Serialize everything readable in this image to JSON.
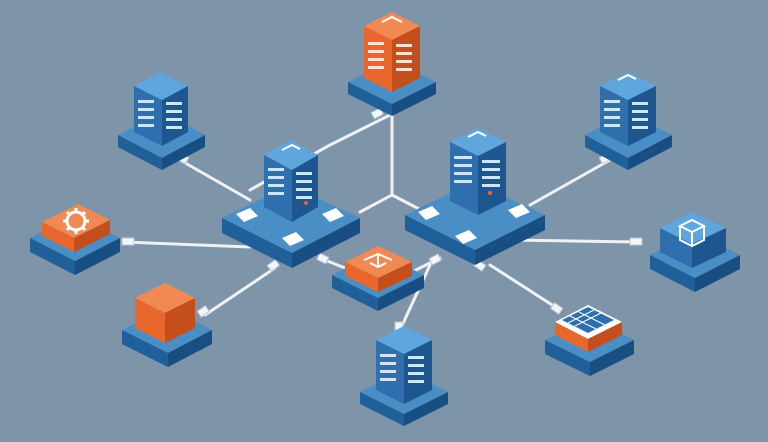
{
  "diagram": {
    "type": "isometric-network-topology",
    "background_color": "#7e94a8",
    "colors": {
      "platform_top": "#4a8ec6",
      "platform_side": "#1f5f9a",
      "server_blue": "#2f6fae",
      "accent_orange": "#e8672d",
      "cable": "#eef2f6"
    },
    "hubs": [
      {
        "name": "hub-left",
        "icon": "server-rack-icon"
      },
      {
        "name": "hub-right",
        "icon": "server-rack-icon"
      }
    ],
    "nodes": [
      {
        "name": "node-server-top-left",
        "icon": "server-rack-icon",
        "color": "blue"
      },
      {
        "name": "node-server-top-center",
        "icon": "server-rack-icon",
        "color": "orange"
      },
      {
        "name": "node-server-top-right",
        "icon": "server-rack-icon",
        "color": "blue"
      },
      {
        "name": "node-gear-left",
        "icon": "gear-icon",
        "color": "orange"
      },
      {
        "name": "node-cube-left",
        "icon": "cube-icon",
        "color": "orange"
      },
      {
        "name": "node-switch-center",
        "icon": "circuit-icon",
        "color": "orange"
      },
      {
        "name": "node-server-bottom",
        "icon": "server-rack-icon",
        "color": "blue"
      },
      {
        "name": "node-solar-panel",
        "icon": "solar-panel-icon",
        "color": "orange"
      },
      {
        "name": "node-package-right",
        "icon": "package-icon",
        "color": "blue"
      }
    ]
  }
}
